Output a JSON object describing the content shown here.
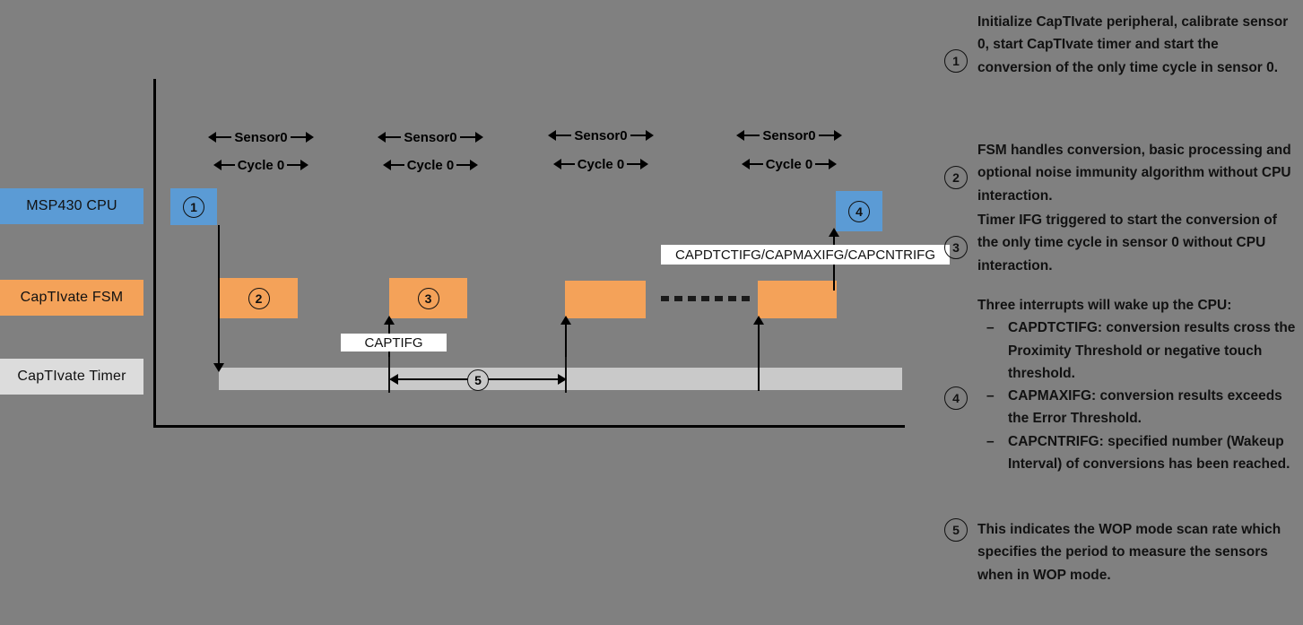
{
  "palette": {
    "background": "#808080",
    "cpu_blue": "#5B9BD5",
    "fsm_orange": "#F4A259",
    "timer_gray": "#C9C9C9",
    "line_black": "#000000",
    "callout_white": "#FFFFFF"
  },
  "lanes": [
    {
      "id": "cpu",
      "label": "MSP430 CPU"
    },
    {
      "id": "fsm",
      "label": "CapTIvate FSM"
    },
    {
      "id": "timer",
      "label": "CapTIvate Timer"
    }
  ],
  "annotations": [
    {
      "sensor": "Sensor0",
      "cycle": "Cycle 0"
    },
    {
      "sensor": "Sensor0",
      "cycle": "Cycle 0"
    },
    {
      "sensor": "Sensor0",
      "cycle": "Cycle 0"
    },
    {
      "sensor": "Sensor0",
      "cycle": "Cycle 0"
    }
  ],
  "blocks": {
    "cpu_start": "1",
    "fsm_1": "2",
    "fsm_2": "3",
    "cpu_wake": "4",
    "scan_rate": "5"
  },
  "callouts": {
    "captifg": "CAPTIFG",
    "interrupt_flags": "CAPDTCTIFG/CAPMAXIFG/CAPCNTRIFG"
  },
  "notes": [
    {
      "marker": "1",
      "text": "Initialize CapTIvate peripheral, calibrate sensor 0, start CapTIvate timer and start the conversion of the only time cycle in sensor 0."
    },
    {
      "marker": "2",
      "text": "FSM handles conversion, basic processing and optional noise immunity algorithm without CPU interaction."
    },
    {
      "marker": "3",
      "text": "Timer IFG triggered to start the conversion of the only time cycle in sensor 0 without CPU interaction."
    },
    {
      "marker": "4",
      "heading": "Three interrupts will wake up the CPU:",
      "bullets": [
        {
          "term": "CAPDTCTIFG",
          "rest": ": conversion results cross the Proximity Threshold or negative touch threshold."
        },
        {
          "term": "CAPMAXIFG",
          "rest": ": conversion results exceeds the Error Threshold."
        },
        {
          "term": "CAPCNTRIFG",
          "rest": ": specified number (Wakeup Interval) of conversions has been reached."
        }
      ]
    },
    {
      "marker": "5",
      "text": "This indicates the WOP mode scan rate which specifies the period to measure the sensors when in WOP mode."
    }
  ]
}
